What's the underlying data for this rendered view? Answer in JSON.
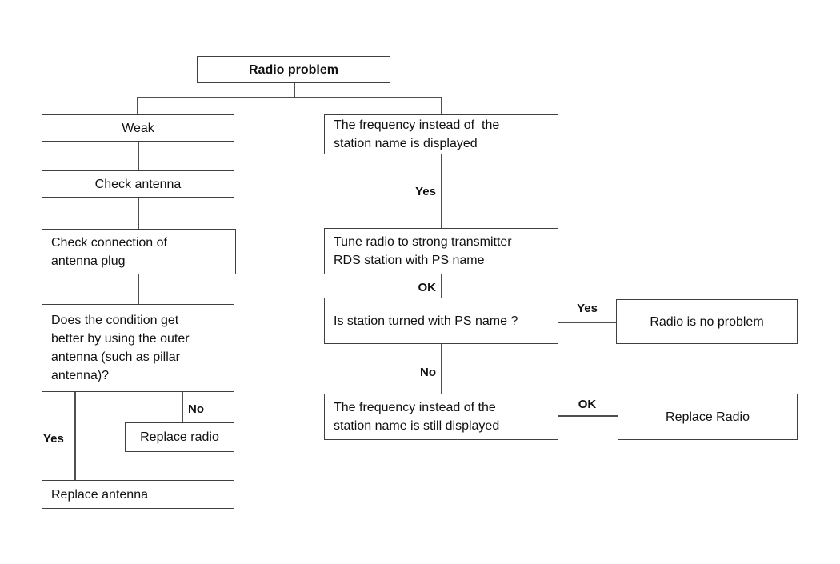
{
  "colors": {
    "background": "#ffffff",
    "box_border": "#3f3f3f",
    "connector_line": "#4f4f4f",
    "text": "#111111"
  },
  "diagram": {
    "title": "Radio problem",
    "nodes": {
      "radio_problem": "Radio problem",
      "weak": "Weak",
      "check_antenna": "Check antenna",
      "check_connection": "Check connection of\nantenna plug",
      "does_condition": "Does the condition get\nbetter by using the outer\nantenna (such as pillar\nantenna)?",
      "replace_radio": "Replace radio",
      "replace_antenna": "Replace antenna",
      "freq_displayed": "The frequency instead of  the\nstation name is displayed",
      "tune_radio": "Tune radio to strong transmitter\nRDS station with PS name",
      "is_station_turned": "Is station turned with PS name ?",
      "radio_no_problem": "Radio is no problem",
      "freq_still_displayed": "The frequency instead of the\nstation name is still displayed",
      "replace_radio_final": "Replace Radio"
    },
    "edge_labels": {
      "yes_outer_antenna": "Yes",
      "no_outer_antenna": "No",
      "yes_frequency": "Yes",
      "ok_tune": "OK",
      "no_station": "No",
      "yes_station": "Yes",
      "ok_still_displayed": "OK"
    }
  }
}
